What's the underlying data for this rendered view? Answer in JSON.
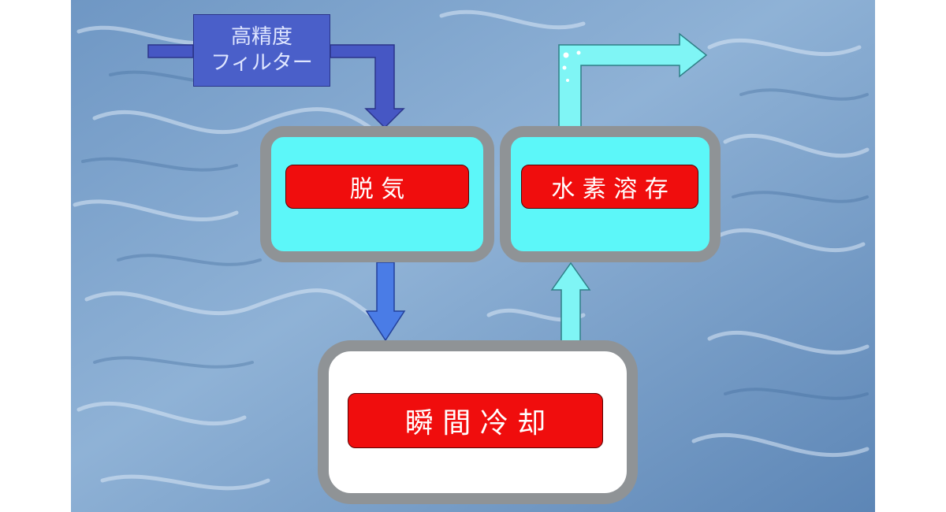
{
  "diagram": {
    "filter_label_line1": "高精度",
    "filter_label_line2": "フィルター",
    "step_degas": "脱 気",
    "step_hydrogen": "水 素 溶 存",
    "step_cooling": "瞬 間 冷 却"
  },
  "colors": {
    "background_water": "#7fa3c8",
    "filter_fill": "#4a5fc9",
    "inlet_arrow": "#4657c4",
    "process_arrow": "#4a7ce6",
    "outlet_arrow": "#7ff5f5",
    "tank_fill_cyan": "#5cf7f9",
    "tank_fill_white": "#ffffff",
    "tank_border": "#8f9396",
    "label_red": "#f00d0d",
    "label_text": "#ffffff"
  }
}
